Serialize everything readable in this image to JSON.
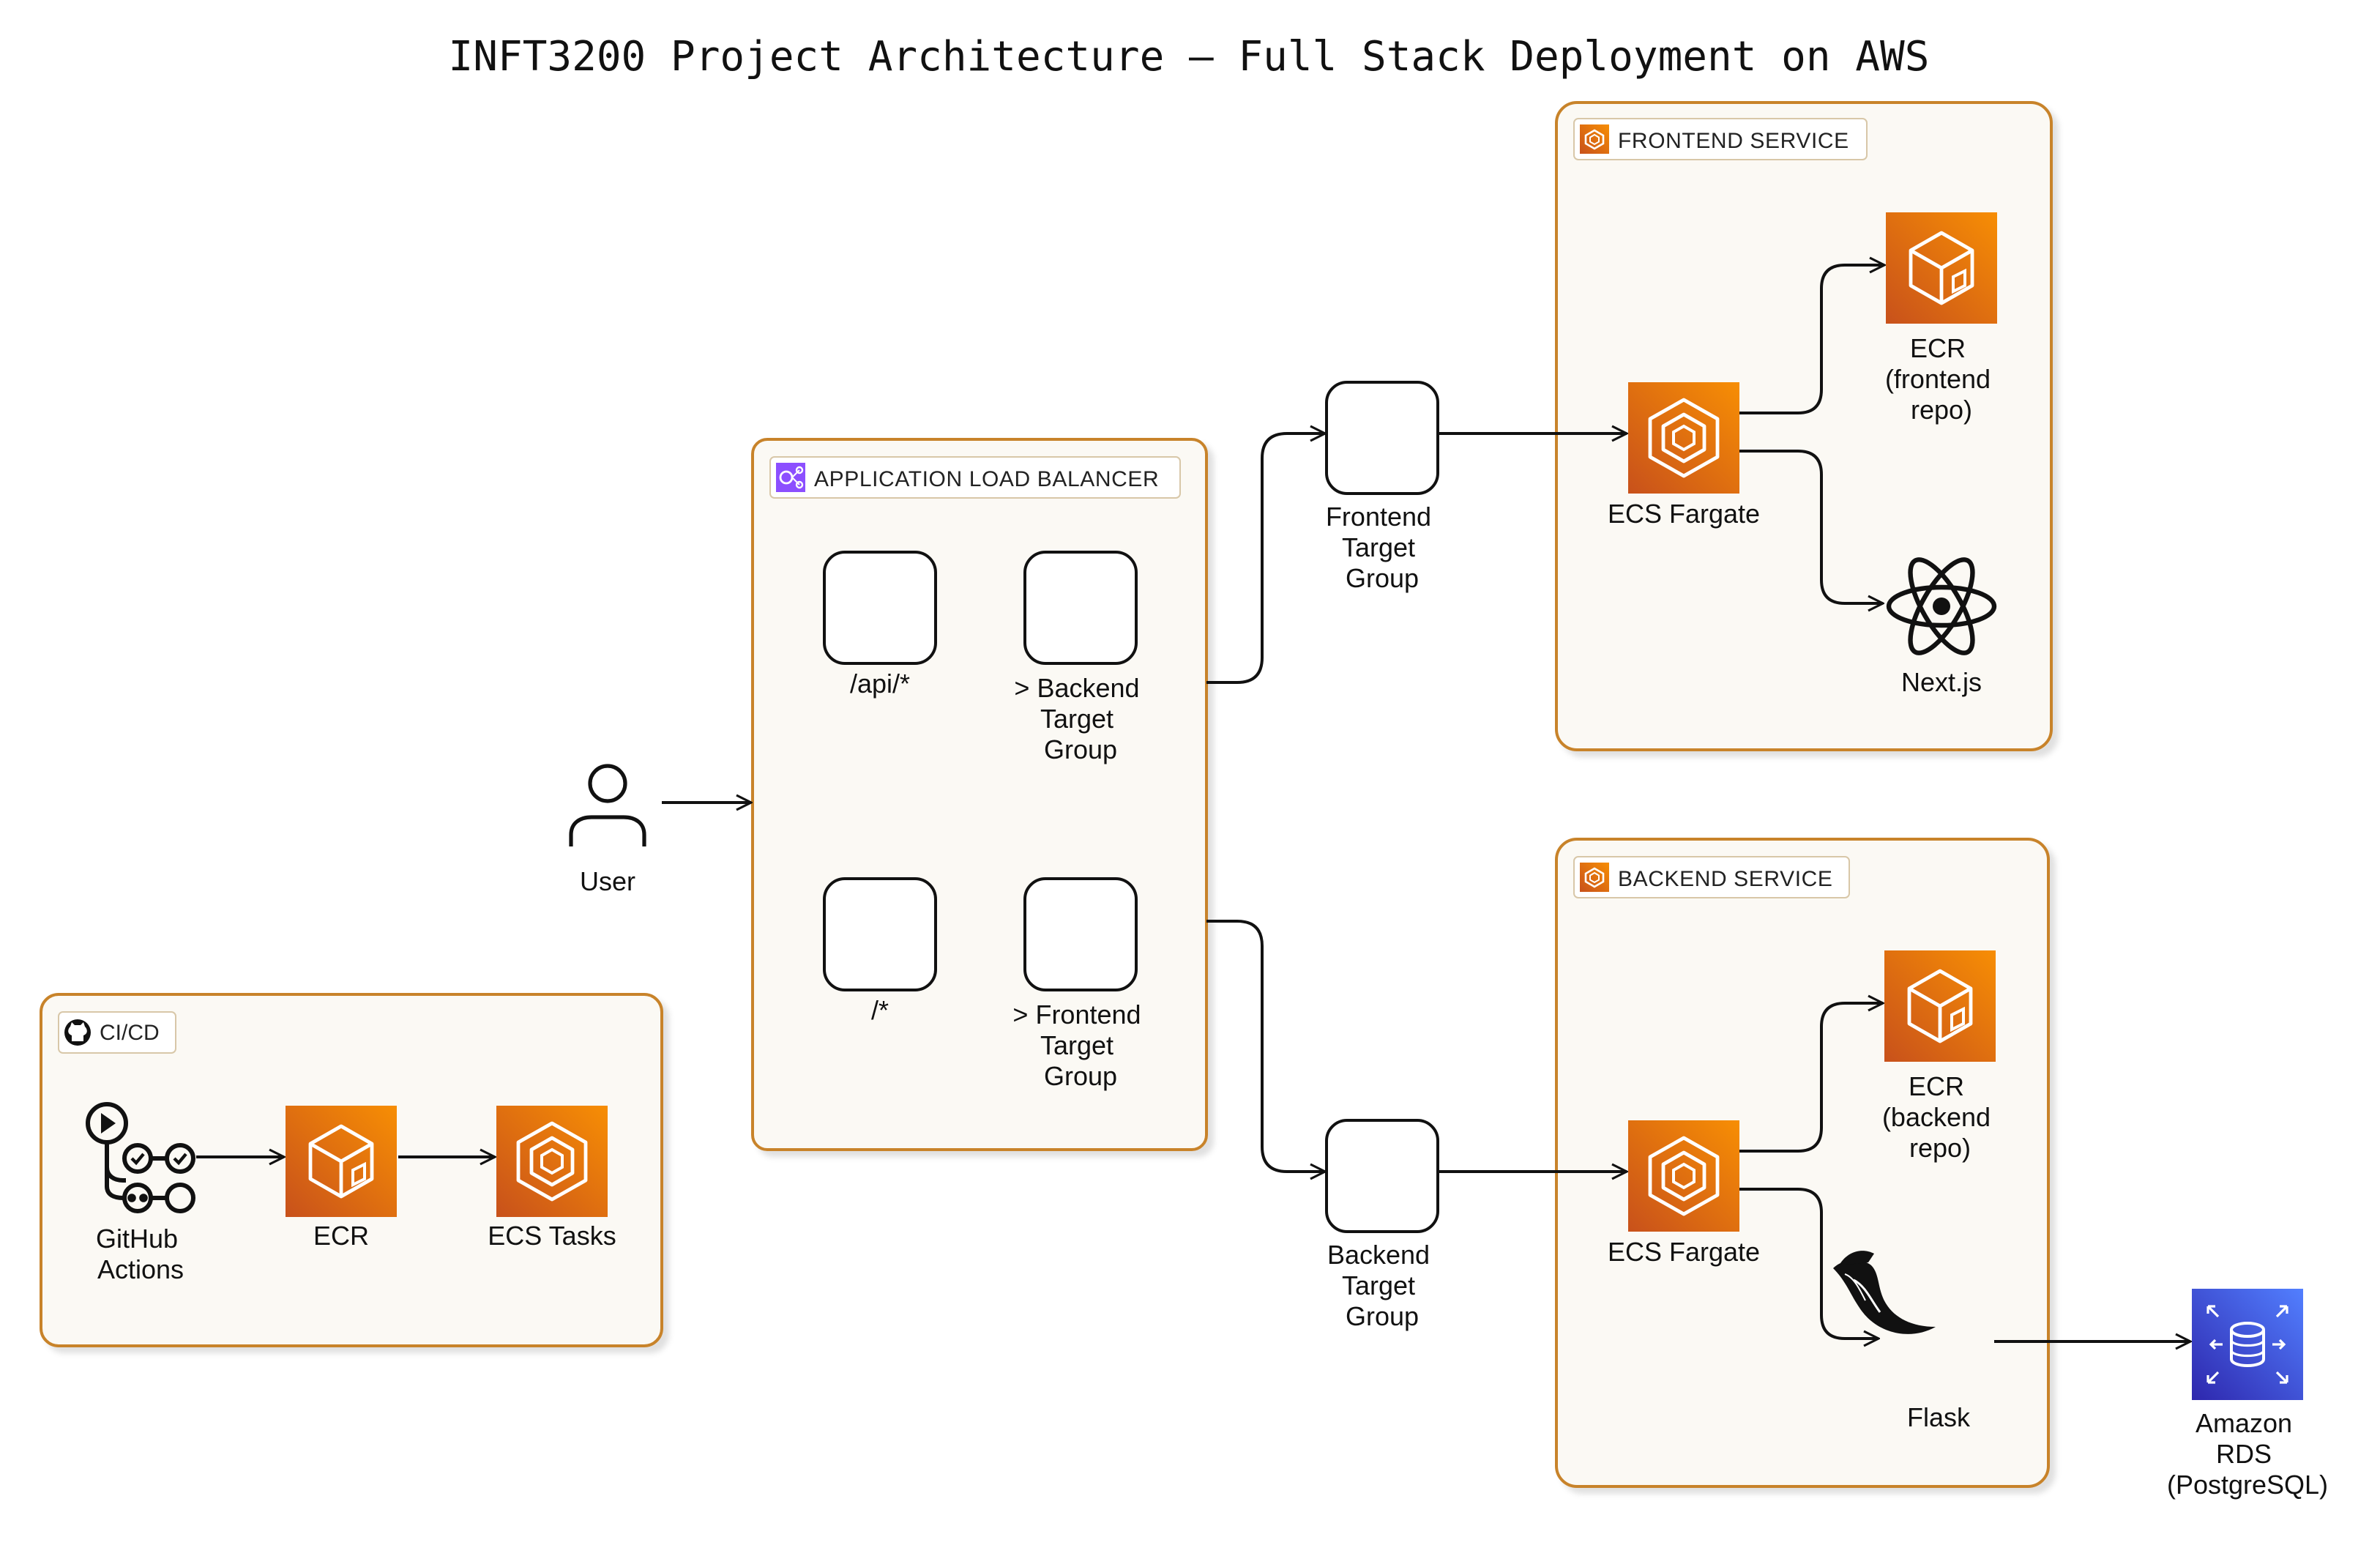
{
  "title": "INFT3200 Project Architecture – Full Stack Deployment on AWS",
  "groups": {
    "alb": {
      "label": "APPLICATION LOAD BALANCER",
      "rule1_path": "/api/*",
      "rule1_target": [
        "> Backend",
        "Target",
        "Group"
      ],
      "rule2_path": "/*",
      "rule2_target": [
        "> Frontend",
        "Target",
        "Group"
      ]
    },
    "frontend": {
      "label": "FRONTEND SERVICE"
    },
    "backend": {
      "label": "BACKEND SERVICE"
    },
    "cicd": {
      "label": "CI/CD"
    }
  },
  "nodes": {
    "user": "User",
    "frontend_tg": [
      "Frontend",
      "Target",
      "Group"
    ],
    "backend_tg": [
      "Backend",
      "Target",
      "Group"
    ],
    "fe_fargate": "ECS Fargate",
    "fe_ecr": [
      "ECR",
      "(frontend",
      "repo)"
    ],
    "nextjs": "Next.js",
    "be_fargate": "ECS Fargate",
    "be_ecr": [
      "ECR",
      "(backend",
      "repo)"
    ],
    "flask": "Flask",
    "rds": [
      "Amazon",
      "RDS",
      "(PostgreSQL)"
    ],
    "github": [
      "GitHub",
      "Actions"
    ],
    "ci_ecr": "ECR",
    "ci_ecs": "ECS Tasks"
  },
  "colors": {
    "aws_orange": "#ED7100",
    "aws_orange_light": "#F78E04",
    "rds_blue": "#3334B9",
    "group_border": "#C8832A",
    "group_fill": "#FBF9F4"
  }
}
